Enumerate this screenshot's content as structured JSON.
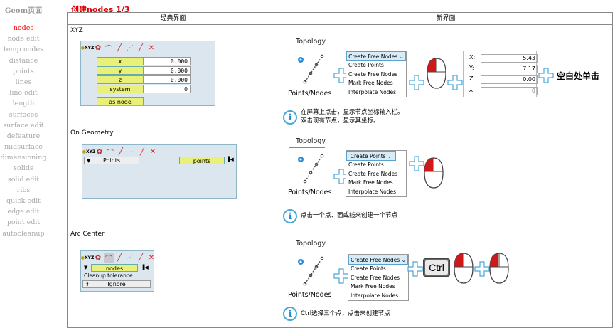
{
  "nav": {
    "title": "Geom页面",
    "items": [
      "nodes",
      "node edit",
      "temp nodes",
      "distance",
      "points",
      "lines",
      "line edit",
      "length",
      "surfaces",
      "surface edit",
      "defeature",
      "midsurface",
      "dimensioning",
      "solids",
      "solid edit",
      "ribs",
      "quick edit",
      "edge edit",
      "point edit",
      "autocleanup"
    ],
    "active": "nodes"
  },
  "page_title": "创建nodes 1/3",
  "table": {
    "col_classic": "经典界面",
    "col_new": "新界面"
  },
  "rows": [
    {
      "label": "XYZ",
      "classic": {
        "xyz_icon": "XYZ",
        "fields": [
          {
            "label": "x",
            "value": "0.000"
          },
          {
            "label": "y",
            "value": "0.000"
          },
          {
            "label": "z",
            "value": "0.000"
          },
          {
            "label": "system",
            "value": "0"
          }
        ],
        "button": "as node"
      },
      "new": {
        "tab": "Topology",
        "points_label": "Points/Nodes",
        "menu_head": "Create Free Nodes",
        "menu_items": [
          "Create Points",
          "Create Free Nodes",
          "Mark Free Nodes",
          "Interpolate Nodes"
        ],
        "coords": [
          {
            "label": "X:",
            "value": "5.43"
          },
          {
            "label": "Y:",
            "value": "7.17"
          },
          {
            "label": "Z:",
            "value": "0.00"
          },
          {
            "label": "",
            "value": "0"
          }
        ],
        "action_text": "空白处单击",
        "info": [
          "在屏幕上点击，显示节点坐标输入栏。",
          "双击现有节点，显示其坐标。"
        ]
      }
    },
    {
      "label": "On Geometry",
      "classic": {
        "xyz_icon": "XYZ",
        "dropdown": "Points",
        "field": "points"
      },
      "new": {
        "tab": "Topology",
        "points_label": "Points/Nodes",
        "menu_head": "Create Points",
        "menu_items": [
          "Create Points",
          "Create Free Nodes",
          "Mark Free Nodes",
          "Interpolate Nodes"
        ],
        "info": [
          "点击一个点、面或线来创建一个节点"
        ]
      }
    },
    {
      "label": "Arc Center",
      "classic": {
        "xyz_icon": "XYZ",
        "field": "nodes",
        "tolerance_label": "Cleanup tolerance:",
        "ignore_button": "Ignore"
      },
      "new": {
        "tab": "Topology",
        "points_label": "Points/Nodes",
        "menu_head": "Create Free Nodes",
        "menu_items": [
          "Create Points",
          "Create Free Nodes",
          "Mark Free Nodes",
          "Interpolate Nodes"
        ],
        "ctrl_key": "Ctrl",
        "info": [
          "Ctrl选择三个点，点击来创建节点"
        ]
      }
    }
  ],
  "colors": {
    "accent": "#dd0000",
    "panel": "#dce6ee",
    "field": "#e8f078",
    "info": "#2a8cc8"
  }
}
